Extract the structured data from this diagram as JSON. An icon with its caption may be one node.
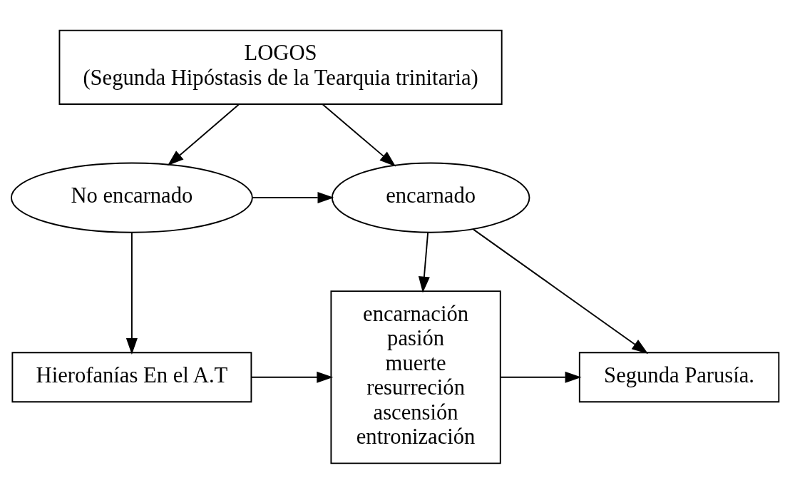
{
  "diagram": {
    "nodes": [
      {
        "text": [
          "LOGOS",
          "(Segunda Hipóstasis de la Tearquia trinitaria)"
        ]
      },
      {
        "text": [
          "No encarnado"
        ]
      },
      {
        "text": [
          "encarnado"
        ]
      },
      {
        "text": [
          "Hierofanías En el A.T"
        ]
      },
      {
        "text": [
          "encarnación pasión muerte resurreción ascensión entronización"
        ]
      },
      {
        "text": [
          "Segunda Parusía."
        ]
      }
    ],
    "edges": [
      {
        "from": 0,
        "to": 1,
        "arrow": "to"
      },
      {
        "from": 0,
        "to": 2,
        "arrow": "to"
      },
      {
        "from": 1,
        "to": 2,
        "arrow": "to"
      },
      {
        "from": 1,
        "to": 3,
        "arrow": "to"
      },
      {
        "from": 2,
        "to": 4,
        "arrow": "to"
      },
      {
        "from": 2,
        "to": 5,
        "arrow": "to"
      },
      {
        "from": 3,
        "to": 4,
        "arrow": "to"
      },
      {
        "from": 4,
        "to": 5,
        "arrow": "to"
      }
    ]
  }
}
